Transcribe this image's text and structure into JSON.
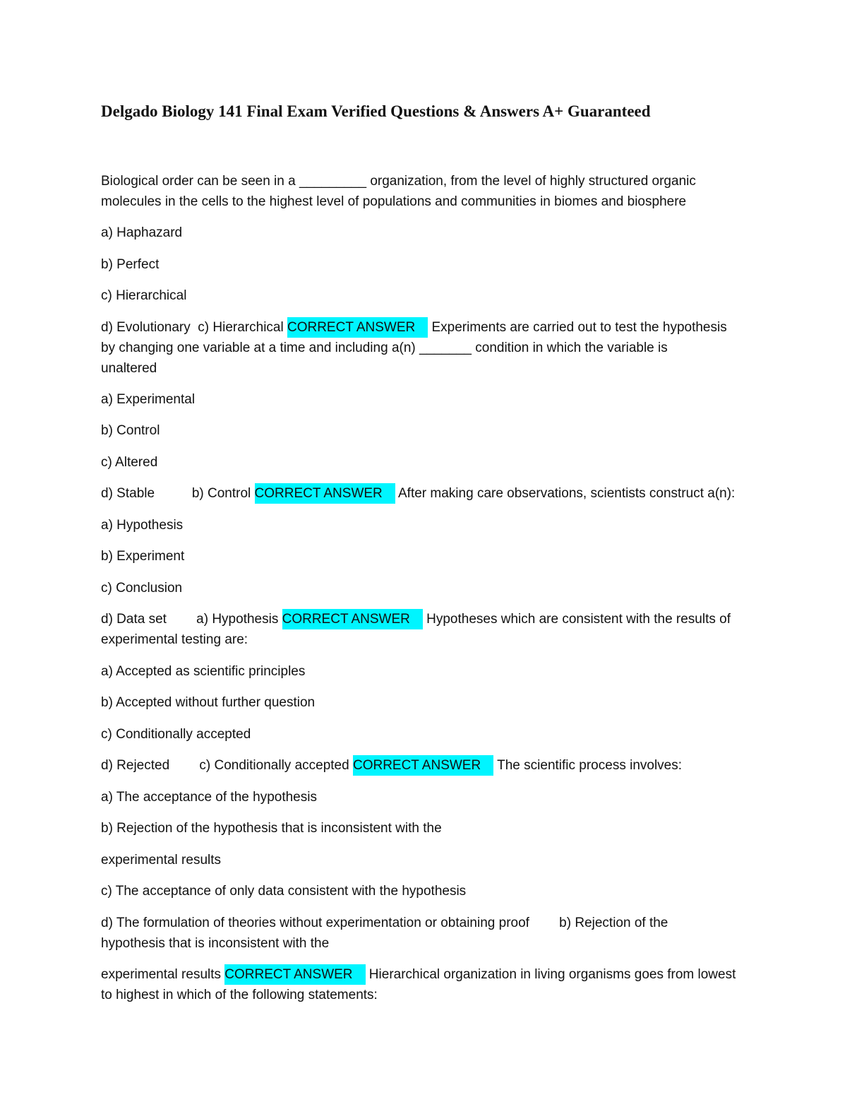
{
  "title": "Delgado Biology 141 Final Exam Verified Questions & Answers A+ Guaranteed",
  "highlight_color": "#00f5ff",
  "lines": {
    "l01": "Biological order can be seen in a _________ organization, from the level of highly structured organic",
    "l02": "molecules in the cells to the highest level of populations and communities in biomes and biosphere",
    "l03": "a) Haphazard",
    "l04": "b) Perfect",
    "l05": "c) Hierarchical",
    "l06_pre": "d) Evolutionary  c) Hierarchical ",
    "l06_hl": "CORRECT ANSWER",
    "l06_post": " Experiments are carried out to test the hypothesis",
    "l07": "by changing one variable at a time and including a(n) _______ condition in which the variable is",
    "l08": "unaltered",
    "l09": "a) Experimental",
    "l10": "b) Control",
    "l11": "c) Altered",
    "l12_pre": "d) Stable          b) Control ",
    "l12_hl": "CORRECT ANSWER",
    "l12_post": " After making care observations, scientists construct a(n):",
    "l13": "a) Hypothesis",
    "l14": "b) Experiment",
    "l15": "c) Conclusion",
    "l16_pre": "d) Data set        a) Hypothesis ",
    "l16_hl": "CORRECT ANSWER",
    "l16_post": " Hypotheses which are consistent with the results of",
    "l17": "experimental testing are:",
    "l18": "a) Accepted as scientific principles",
    "l19": "b) Accepted without further question",
    "l20": "c) Conditionally accepted",
    "l21_pre": "d) Rejected        c) Conditionally accepted ",
    "l21_hl": "CORRECT ANSWER",
    "l21_post": " The scientific process involves:",
    "l22": "a) The acceptance of the hypothesis",
    "l23": "b) Rejection of the hypothesis that is inconsistent with the",
    "l24": "experimental results",
    "l25": "c) The acceptance of only data consistent with the hypothesis",
    "l26": "d) The formulation of theories without experimentation or obtaining proof        b) Rejection of the",
    "l27": "hypothesis that is inconsistent with the",
    "l28_pre": "experimental results ",
    "l28_hl": "CORRECT ANSWER",
    "l28_post": " Hierarchical organization in living organisms goes from lowest",
    "l29": "to highest in which of the following statements:"
  }
}
